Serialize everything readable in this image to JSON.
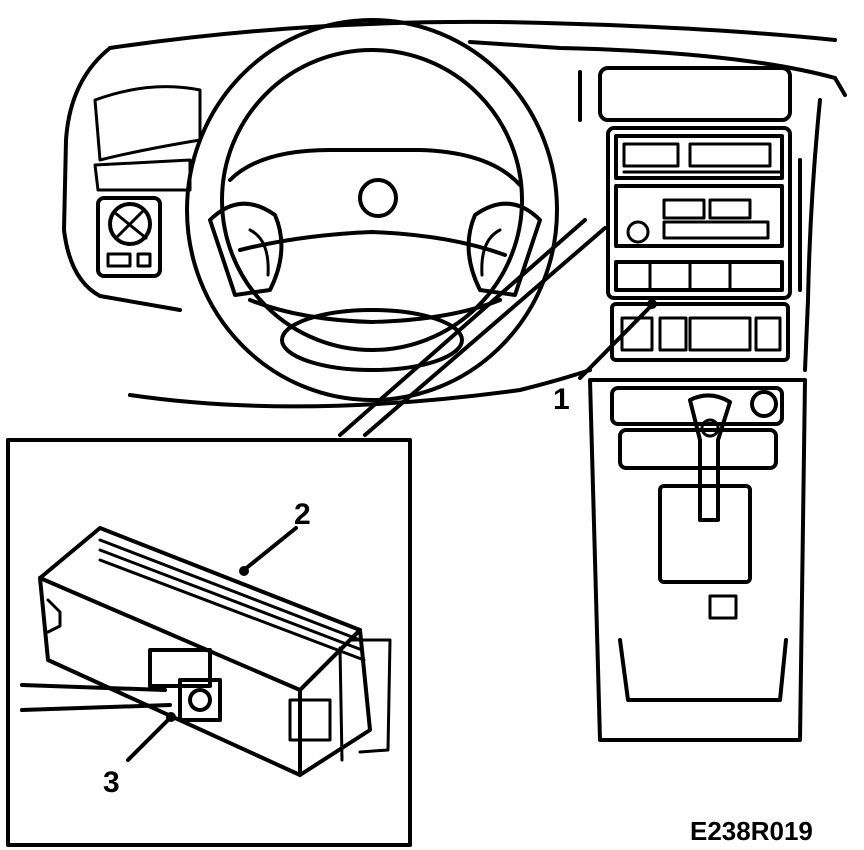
{
  "figure": {
    "callouts": [
      {
        "id": "1",
        "label": "1"
      },
      {
        "id": "2",
        "label": "2"
      },
      {
        "id": "3",
        "label": "3"
      }
    ],
    "reference_code": "E238R019"
  }
}
